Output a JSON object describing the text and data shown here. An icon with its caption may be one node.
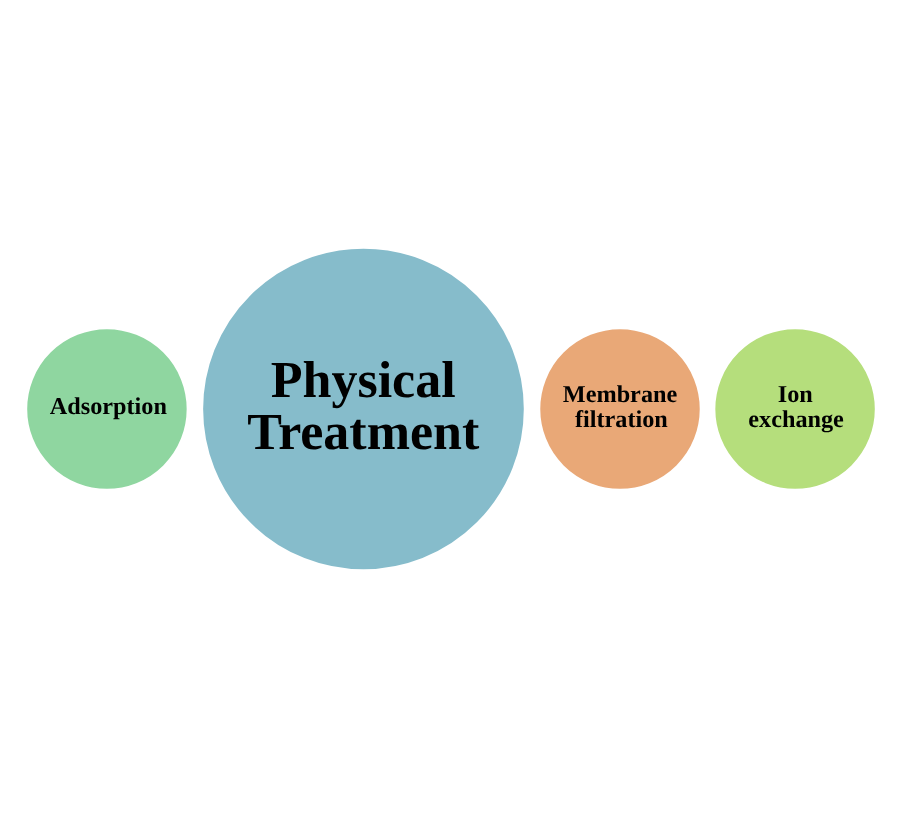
{
  "diagram": {
    "nodes": [
      {
        "text": [
          "Adsorption"
        ]
      },
      {
        "text": [
          "Physical Treatment"
        ]
      },
      {
        "text": [
          "Membrane filtration"
        ]
      },
      {
        "text": [
          "Ion exchange"
        ]
      }
    ],
    "edges": []
  }
}
